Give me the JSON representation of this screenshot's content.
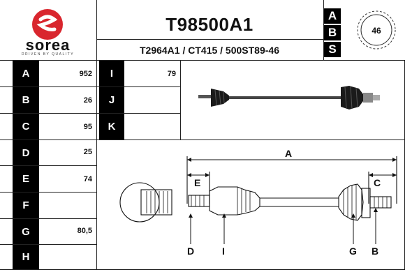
{
  "brand": {
    "logo_text": "sorea",
    "tagline": "DRIVEN BY QUALITY",
    "color": "#d9262e"
  },
  "header": {
    "part_number": "T98500A1",
    "cross_refs": "T2964A1 / CT415 / 500ST89-46"
  },
  "abs": {
    "letters": [
      "A",
      "B",
      "S"
    ],
    "teeth": "46"
  },
  "specs": [
    {
      "label": "A",
      "value": "952"
    },
    {
      "label": "B",
      "value": "26"
    },
    {
      "label": "C",
      "value": "95"
    },
    {
      "label": "D",
      "value": "25"
    },
    {
      "label": "E",
      "value": "74"
    },
    {
      "label": "F",
      "value": ""
    },
    {
      "label": "G",
      "value": "80,5"
    },
    {
      "label": "H",
      "value": ""
    }
  ],
  "specs_extra": [
    {
      "label": "I",
      "value": "79"
    },
    {
      "label": "J",
      "value": ""
    },
    {
      "label": "K",
      "value": ""
    }
  ],
  "diagram": {
    "dim_a": "A",
    "dim_c": "C",
    "dim_e": "E",
    "callouts": [
      "D",
      "I",
      "G",
      "B"
    ]
  }
}
